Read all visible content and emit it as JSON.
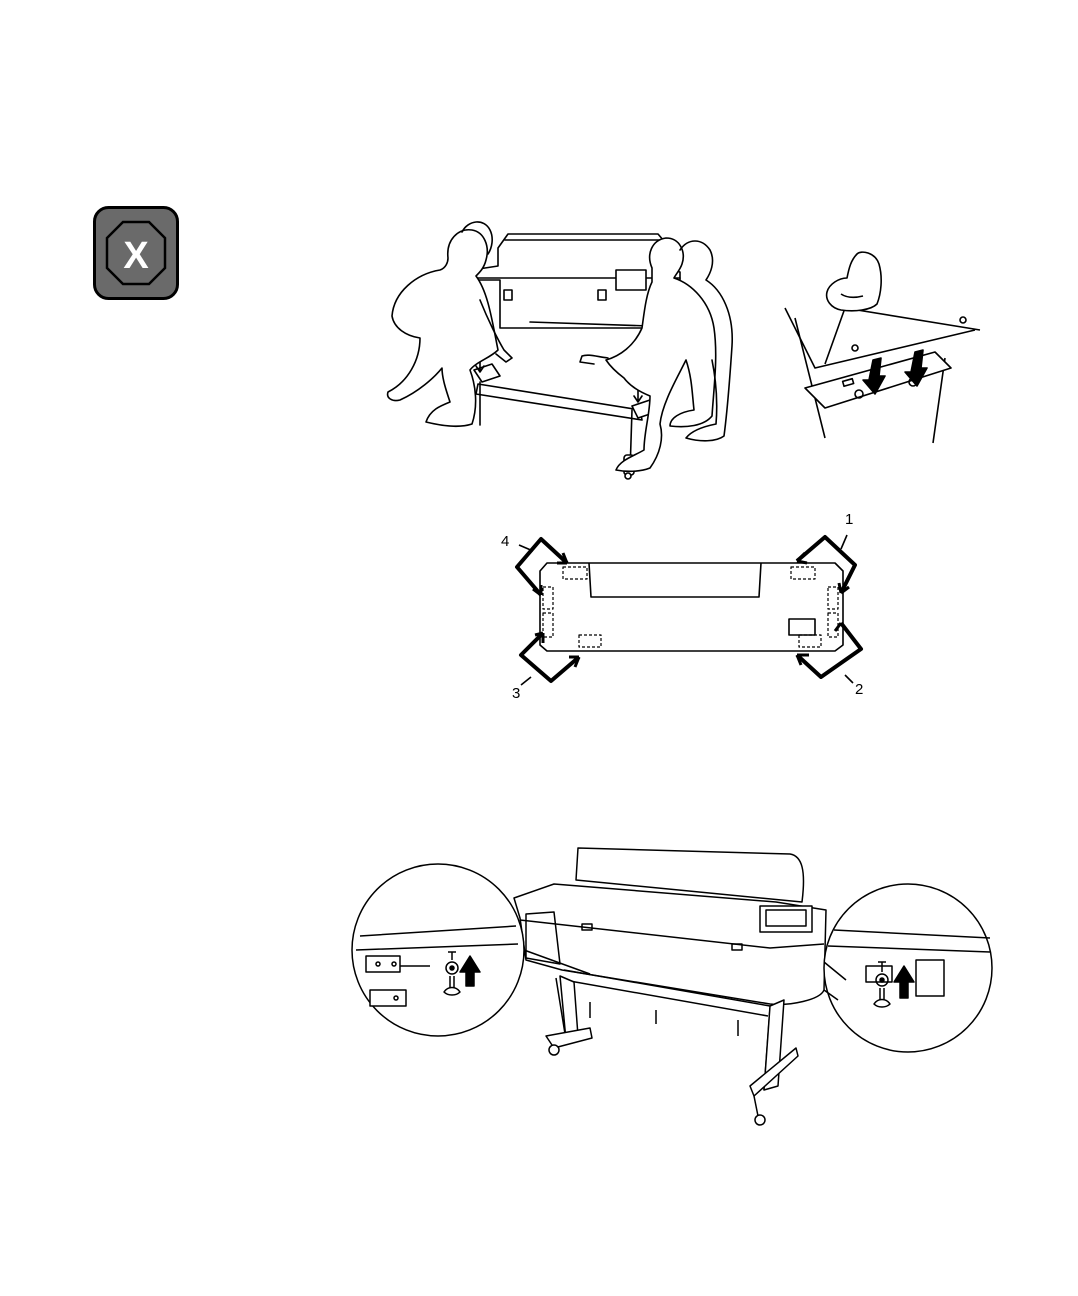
{
  "warning": {
    "glyph": "X",
    "icon": "warning-stop-icon",
    "color": "#6a6a6a"
  },
  "figures": {
    "lift": {
      "icon": "lift-printer-onto-stand-illustration"
    },
    "bracket": {
      "icon": "bracket-alignment-detail-illustration"
    },
    "diagram": {
      "icon": "printer-top-view-diagram",
      "callouts": [
        "1",
        "2",
        "3",
        "4"
      ]
    },
    "printer": {
      "icon": "printer-wing-bolt-illustration"
    }
  }
}
